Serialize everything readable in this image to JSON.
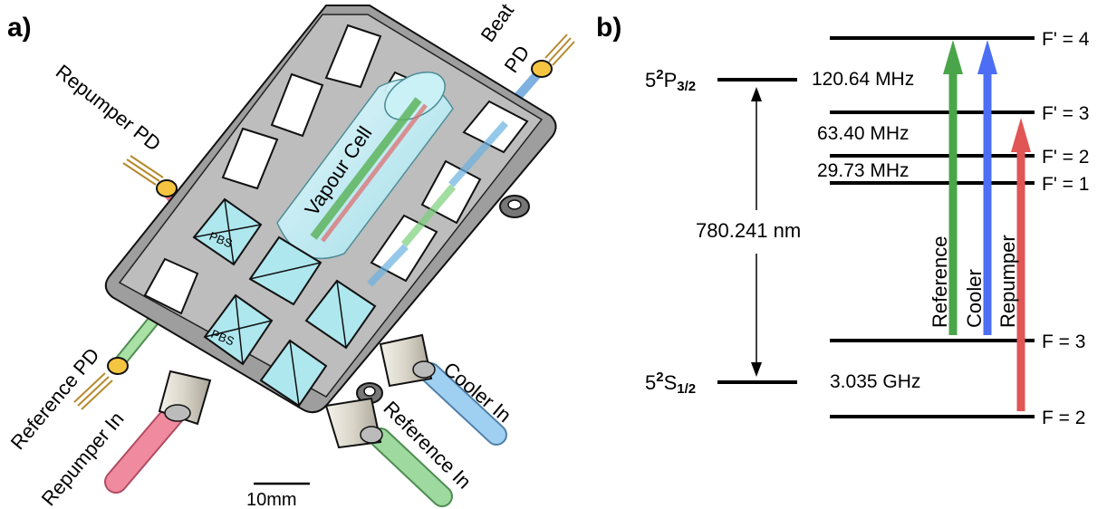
{
  "panel_a": {
    "letter": "a)",
    "labels": {
      "beat_pd_line1": "Beat",
      "beat_pd_line2": "PD",
      "repumper_pd": "Repumper PD",
      "vapour_cell": "Vapour Cell",
      "pbs_top": "PBS",
      "pbs_bottom": "PBS",
      "reference_pd": "Reference PD",
      "repumper_in": "Repumper In",
      "cooler_in": "Cooler In",
      "reference_in": "Reference In",
      "scale_bar": "10mm"
    }
  },
  "panel_b": {
    "letter": "b)",
    "excited_state": {
      "prefix": "5",
      "sup": "2",
      "main": "P",
      "sub": "3/2"
    },
    "ground_state": {
      "prefix": "5",
      "sup": "2",
      "main": "S",
      "sub": "1/2"
    },
    "wavelength": "780.241 nm",
    "levels": {
      "f4": "F' = 4",
      "f3p": "F' = 3",
      "f2p": "F' = 2",
      "f1p": "F' = 1",
      "f3": "F = 3",
      "f2": "F = 2"
    },
    "splittings": {
      "s1": "120.64 MHz",
      "s2": "63.40 MHz",
      "s3": "29.73 MHz",
      "s4": "3.035 GHz"
    },
    "beams": {
      "reference": {
        "label": "Reference",
        "color": "#4aa54a"
      },
      "cooler": {
        "label": "Cooler",
        "color": "#4c6ef5"
      },
      "repumper": {
        "label": "Repumper",
        "color": "#e25555"
      }
    }
  }
}
